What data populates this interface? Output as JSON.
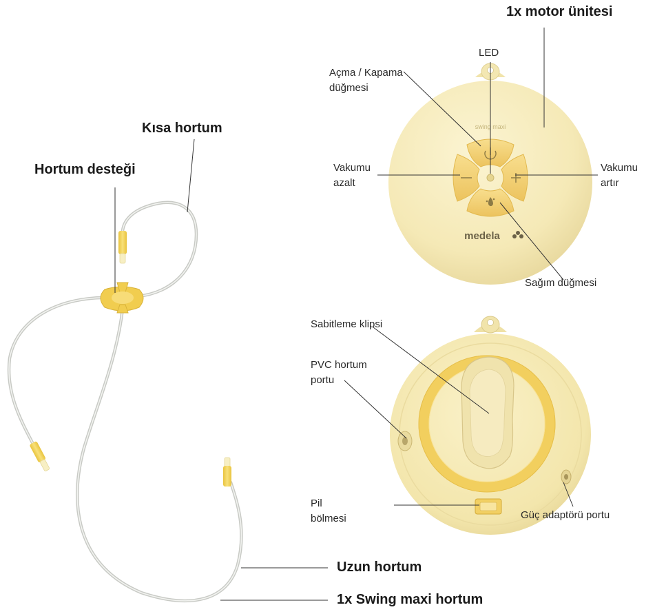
{
  "labels": {
    "motor_unit": "1x motor ünitesi",
    "led": "LED",
    "power_button": [
      "Açma / Kapama",
      "düğmesi"
    ],
    "vacuum_decrease": [
      "Vakumu",
      "azalt"
    ],
    "vacuum_increase": [
      "Vakumu",
      "artır"
    ],
    "expression_button": "Sağım düğmesi",
    "brand_logo": "medela",
    "model_text": "swing maxi",
    "fixing_clip": "Sabitleme klipsi",
    "pvc_port": [
      "PVC hortum",
      "portu"
    ],
    "battery": [
      "Pil",
      "bölmesi"
    ],
    "power_adapter_port": "Güç adaptörü portu",
    "short_tube": "Kısa hortum",
    "tube_support": "Hortum desteği",
    "long_tube": "Uzun hortum",
    "tubing_set": "1x Swing maxi hortum"
  },
  "colors": {
    "body_cream": "#f6ecbc",
    "body_shadow": "#e3d396",
    "button_yellow": "#f4d37a",
    "connector_yellow": "#f3d55d",
    "tube_grey": "#c9cbc6",
    "leader_line": "#333333"
  },
  "icons": [
    "power-icon",
    "minus-icon",
    "plus-icon",
    "letdown-droplet-icon",
    "medela-logo-icon"
  ]
}
